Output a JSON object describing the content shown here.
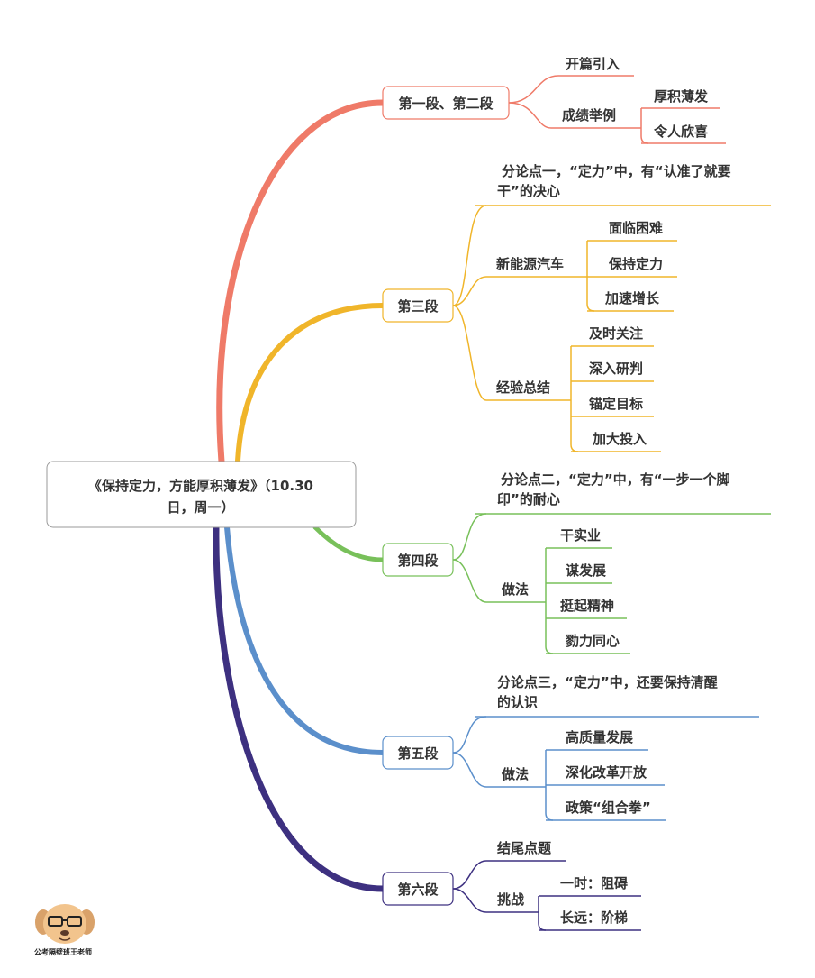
{
  "root": {
    "line1": "《保持定力，方能厚积薄发》（10.30",
    "line2": "日，周一）"
  },
  "sections": [
    {
      "label": "第一段、第二段",
      "color": "#ef7a68",
      "items": [
        {
          "label": "开篇引入"
        },
        {
          "label": "成绩举例",
          "children": [
            "厚积薄发",
            "令人欣喜"
          ]
        }
      ]
    },
    {
      "label": "第三段",
      "color": "#f0b52a",
      "items": [
        {
          "lines": [
            "分论点一，“定力”中，有“认准了就要",
            "干”的决心"
          ]
        },
        {
          "label": "新能源汽车",
          "children": [
            "面临困难",
            "保持定力",
            "加速增长"
          ]
        },
        {
          "label": "经验总结",
          "children": [
            "及时关注",
            "深入研判",
            "锚定目标",
            "加大投入"
          ]
        }
      ]
    },
    {
      "label": "第四段",
      "color": "#78c05a",
      "items": [
        {
          "lines": [
            "分论点二，“定力”中，有“一步一个脚",
            "印”的耐心"
          ]
        },
        {
          "label": "做法",
          "children": [
            "干实业",
            "谋发展",
            "挺起精神",
            "勠力同心"
          ]
        }
      ]
    },
    {
      "label": "第五段",
      "color": "#5b8fcb",
      "items": [
        {
          "lines": [
            "分论点三，“定力”中，还要保持清醒",
            "的认识"
          ]
        },
        {
          "label": "做法",
          "children": [
            "高质量发展",
            "深化改革开放",
            "政策“组合拳”"
          ]
        }
      ]
    },
    {
      "label": "第六段",
      "color": "#3d3080",
      "items": [
        {
          "label": "结尾点题"
        },
        {
          "label": "挑战",
          "children": [
            "一时：阻碍",
            "长远：阶梯"
          ]
        }
      ]
    }
  ],
  "watermark": {
    "text": "公考隔壁班王老师",
    "icon": "dog-avatar-icon"
  }
}
